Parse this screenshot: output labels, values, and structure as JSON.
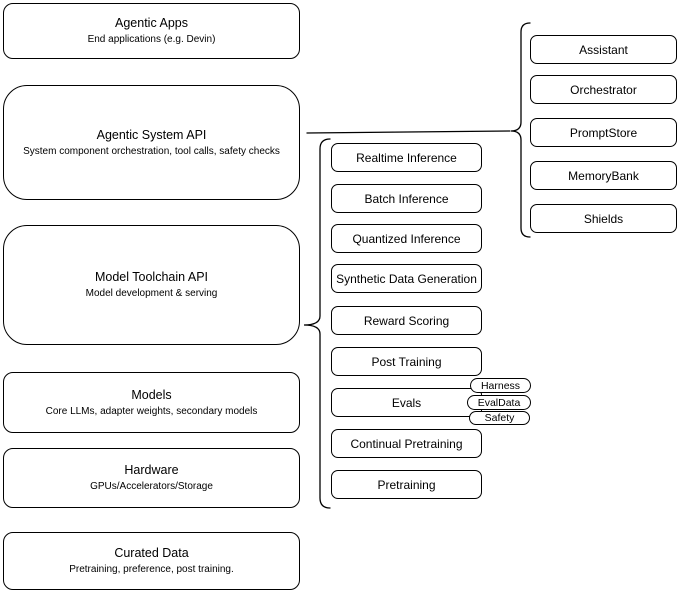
{
  "canvas": {
    "bg": "#ffffff",
    "stroke": "#000000",
    "text_color": "#000000"
  },
  "left_stack": [
    {
      "title": "Agentic Apps",
      "subtitle": "End applications (e.g. Devin)"
    },
    {
      "title": "Agentic System API",
      "subtitle": "System component orchestration, tool calls, safety checks"
    },
    {
      "title": "Model Toolchain API",
      "subtitle": "Model development & serving"
    },
    {
      "title": "Models",
      "subtitle": "Core LLMs, adapter weights, secondary models"
    },
    {
      "title": "Hardware",
      "subtitle": "GPUs/Accelerators/Storage"
    },
    {
      "title": "Curated Data",
      "subtitle": "Pretraining, preference, post training."
    }
  ],
  "toolchain_group": {
    "items": [
      "Realtime Inference",
      "Batch Inference",
      "Quantized Inference",
      "Synthetic Data Generation",
      "Reward Scoring",
      "Post Training",
      "Evals",
      "Continual Pretraining",
      "Pretraining"
    ],
    "evals_tags": [
      "Harness",
      "EvalData",
      "Safety"
    ]
  },
  "system_group": {
    "items": [
      "Assistant",
      "Orchestrator",
      "PromptStore",
      "MemoryBank",
      "Shields"
    ]
  }
}
